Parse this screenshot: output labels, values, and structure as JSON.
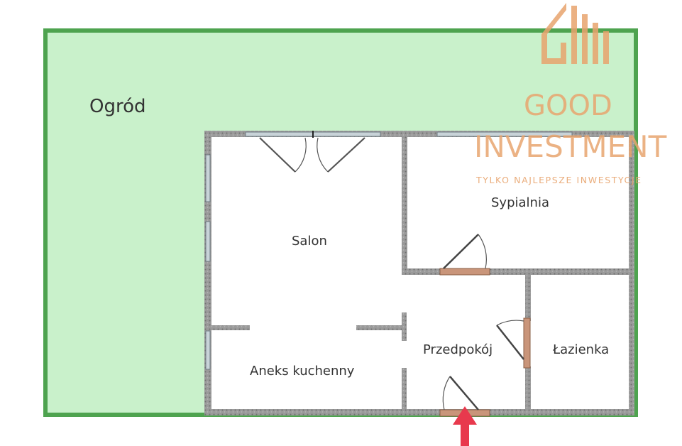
{
  "garden": {
    "label": "Ogród",
    "fill": "#c9f1cb",
    "border": "#4ea34f"
  },
  "rooms": {
    "salon": "Salon",
    "sypialnia": "Sypialnia",
    "przedpokoj": "Przedpokój",
    "lazienka": "Łazienka",
    "aneks": "Aneks kuchenny"
  },
  "brand": {
    "name_line1": "GOOD",
    "name_line2": "INVESTMENT",
    "tagline": "TYLKO NAJLEPSZE INWESTYCJE",
    "color": "#e8a46e"
  },
  "colors": {
    "wall": "#8c8c8c",
    "floor": "#ffffff",
    "door_sill": "#c9957a",
    "window": "#b8c7cf",
    "entry_arrow": "#e8394d"
  },
  "icons": {
    "entrance": "arrow-up-icon",
    "logo": "building-logo-icon"
  }
}
